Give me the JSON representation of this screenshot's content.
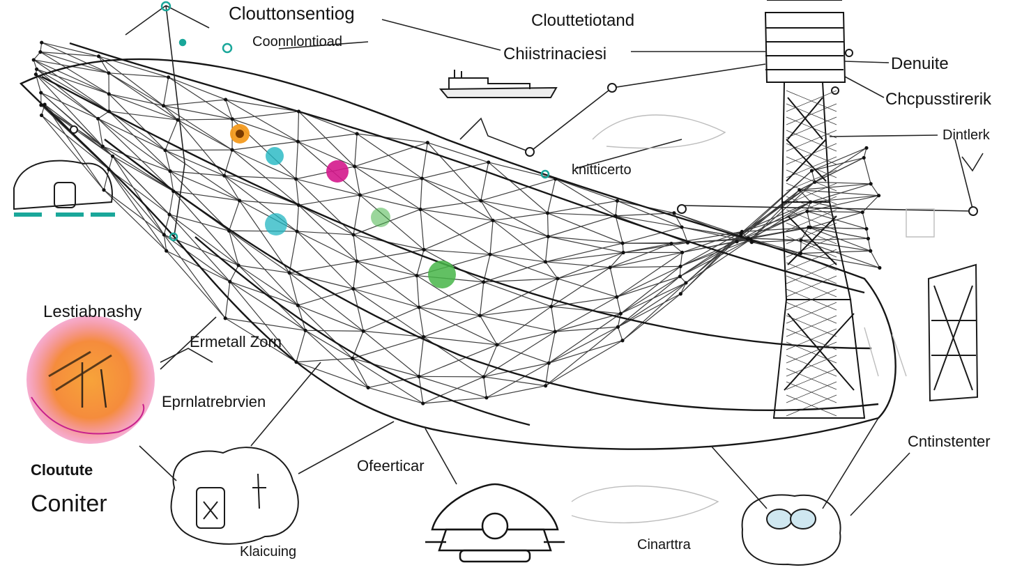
{
  "labels": {
    "top_left": "Clouttonsentiog",
    "connection": "Coonnlontioad",
    "top_center": "Clouttetiotand",
    "center_top": "Chiistrinaciesi",
    "right_top": "Denuite",
    "right_mid": "Chcpusstirerik",
    "right_network": "Dintlerk",
    "center_mid": "knitticerto",
    "left_mid": "Lestiabnashy",
    "zone": "Ermetall Zorn",
    "env": "Eprnlatrebrvien",
    "bottom_left_1": "Cloutute",
    "bottom_left_2": "Coniter",
    "bottom_mid": "Ofeerticar",
    "bottom_right": "Cntinstenter",
    "bottom_a": "Klaicuing",
    "bottom_b": "Cinarttra"
  },
  "colors": {
    "ink": "#141414",
    "teal": "#1aa79a",
    "orange": "#f39a1e",
    "magenta": "#d4188c",
    "green": "#47b548",
    "cyan": "#21b6c2"
  }
}
